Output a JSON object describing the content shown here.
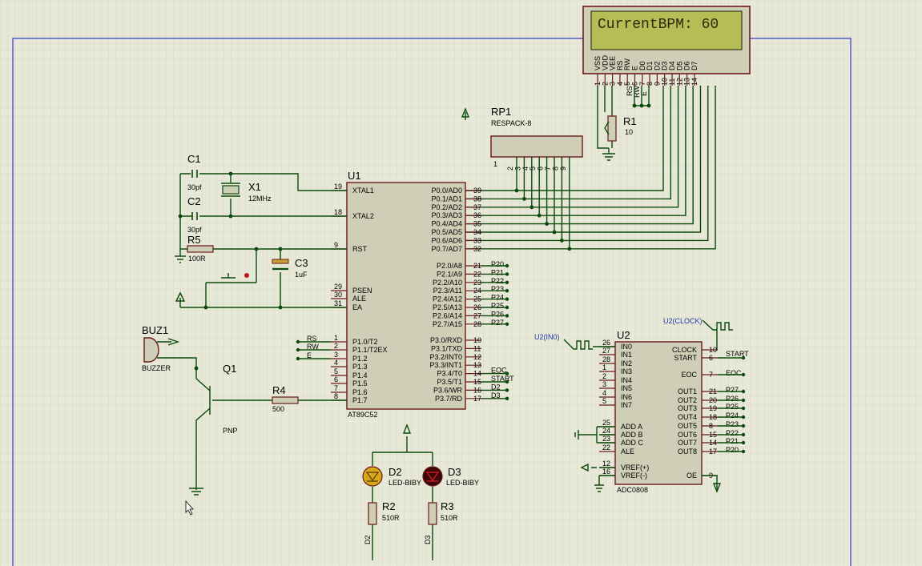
{
  "lcd": {
    "text": "CurrentBPM:  60",
    "pins_top": [
      "VSS",
      "VDD",
      "VEE",
      "RS",
      "RW",
      "E",
      "D0",
      "D1",
      "D2",
      "D3",
      "D4",
      "D5",
      "D6",
      "D7"
    ],
    "pin_numbers": [
      "1",
      "2",
      "3",
      "4",
      "5",
      "6",
      "7",
      "8",
      "9",
      "10",
      "11",
      "12",
      "13",
      "14"
    ],
    "side_labels": [
      "RS",
      "RW",
      "E"
    ]
  },
  "u1": {
    "ref": "U1",
    "part": "AT89C52",
    "left": [
      {
        "name": "XTAL1",
        "num": "19"
      },
      {
        "name": "XTAL2",
        "num": "18"
      },
      {
        "name": "RST",
        "num": "9"
      },
      {
        "name": "PSEN",
        "num": "29"
      },
      {
        "name": "ALE",
        "num": "30"
      },
      {
        "name": "EA",
        "num": "31"
      },
      {
        "name": "P1.0/T2",
        "num": "1"
      },
      {
        "name": "P1.1/T2EX",
        "num": "2"
      },
      {
        "name": "P1.2",
        "num": "3"
      },
      {
        "name": "P1.3",
        "num": "4"
      },
      {
        "name": "P1.4",
        "num": "5"
      },
      {
        "name": "P1.5",
        "num": "6"
      },
      {
        "name": "P1.6",
        "num": "7"
      },
      {
        "name": "P1.7",
        "num": "8"
      }
    ],
    "right": [
      {
        "name": "P0.0/AD0",
        "num": "39"
      },
      {
        "name": "P0.1/AD1",
        "num": "38"
      },
      {
        "name": "P0.2/AD2",
        "num": "37"
      },
      {
        "name": "P0.3/AD3",
        "num": "36"
      },
      {
        "name": "P0.4/AD4",
        "num": "35"
      },
      {
        "name": "P0.5/AD5",
        "num": "34"
      },
      {
        "name": "P0.6/AD6",
        "num": "33"
      },
      {
        "name": "P0.7/AD7",
        "num": "32"
      },
      {
        "name": "P2.0/A8",
        "num": "21"
      },
      {
        "name": "P2.1/A9",
        "num": "22"
      },
      {
        "name": "P2.2/A10",
        "num": "23"
      },
      {
        "name": "P2.3/A11",
        "num": "24"
      },
      {
        "name": "P2.4/A12",
        "num": "25"
      },
      {
        "name": "P2.5/A13",
        "num": "26"
      },
      {
        "name": "P2.6/A14",
        "num": "27"
      },
      {
        "name": "P2.7/A15",
        "num": "28"
      },
      {
        "name": "P3.0/RXD",
        "num": "10"
      },
      {
        "name": "P3.1/TXD",
        "num": "11"
      },
      {
        "name": "P3.2/INT0",
        "num": "12"
      },
      {
        "name": "P3.3/INT1",
        "num": "13"
      },
      {
        "name": "P3.4/T0",
        "num": "14"
      },
      {
        "name": "P3.5/T1",
        "num": "15"
      },
      {
        "name": "P3.6/WR",
        "num": "16"
      },
      {
        "name": "P3.7/RD",
        "num": "17"
      }
    ],
    "p1_nets": [
      "RS",
      "RW",
      "E"
    ],
    "p2_nets": [
      "P20",
      "P21",
      "P22",
      "P23",
      "P24",
      "P25",
      "P26",
      "P27"
    ],
    "p3_nets": [
      "EOC",
      "START",
      "D2",
      "D3"
    ]
  },
  "u2": {
    "ref": "U2",
    "part": "ADC0808",
    "left": [
      {
        "name": "IN0",
        "num": "26"
      },
      {
        "name": "IN1",
        "num": "27"
      },
      {
        "name": "IN2",
        "num": "28"
      },
      {
        "name": "IN3",
        "num": "1"
      },
      {
        "name": "IN4",
        "num": "2"
      },
      {
        "name": "IN5",
        "num": "3"
      },
      {
        "name": "IN6",
        "num": "4"
      },
      {
        "name": "IN7",
        "num": "5"
      },
      {
        "name": "ADD A",
        "num": "25"
      },
      {
        "name": "ADD B",
        "num": "24"
      },
      {
        "name": "ADD C",
        "num": "23"
      },
      {
        "name": "ALE",
        "num": "22"
      },
      {
        "name": "VREF(+)",
        "num": "12"
      },
      {
        "name": "VREF(-)",
        "num": "16"
      }
    ],
    "right": [
      {
        "name": "CLOCK",
        "num": "10"
      },
      {
        "name": "START",
        "num": "6"
      },
      {
        "name": "EOC",
        "num": "7"
      },
      {
        "name": "OUT1",
        "num": "21"
      },
      {
        "name": "OUT2",
        "num": "20"
      },
      {
        "name": "OUT3",
        "num": "19"
      },
      {
        "name": "OUT4",
        "num": "18"
      },
      {
        "name": "OUT5",
        "num": "8"
      },
      {
        "name": "OUT6",
        "num": "15"
      },
      {
        "name": "OUT7",
        "num": "14"
      },
      {
        "name": "OUT8",
        "num": "17"
      },
      {
        "name": "OE",
        "num": "9"
      }
    ],
    "right_nets": [
      "START",
      "EOC",
      "P27",
      "P26",
      "P25",
      "P24",
      "P23",
      "P22",
      "P21",
      "P20"
    ],
    "gen_in0": "U2(IN0)",
    "gen_clock": "U2(CLOCK)"
  },
  "parts": {
    "rp1": {
      "ref": "RP1",
      "value": "RESPACK-8",
      "pin1": "1",
      "pins": [
        "2",
        "3",
        "4",
        "5",
        "6",
        "7",
        "8",
        "9"
      ]
    },
    "r1": {
      "ref": "R1",
      "value": "10"
    },
    "c1": {
      "ref": "C1",
      "value": "30pf"
    },
    "c2": {
      "ref": "C2",
      "value": "30pf"
    },
    "x1": {
      "ref": "X1",
      "value": "12MHz"
    },
    "r5": {
      "ref": "R5",
      "value": "100R"
    },
    "c3": {
      "ref": "C3",
      "value": "1uF"
    },
    "buz1": {
      "ref": "BUZ1",
      "value": "BUZZER"
    },
    "q1": {
      "ref": "Q1",
      "value": "PNP"
    },
    "r4": {
      "ref": "R4",
      "value": "500"
    },
    "d2": {
      "ref": "D2",
      "value": "LED-BIBY",
      "net": "D2"
    },
    "d3": {
      "ref": "D3",
      "value": "LED-BIBY",
      "net": "D3"
    },
    "r2": {
      "ref": "R2",
      "value": "510R"
    },
    "r3": {
      "ref": "R3",
      "value": "510R"
    }
  },
  "colors": {
    "background": "#e8e8d8",
    "grid": "#c9c9b4",
    "wire": "#0a4a0a",
    "outline": "#6b1a1a",
    "chip": "#cfcfb8",
    "lcd": "#b7bd55",
    "border": "#2a3ad0"
  }
}
